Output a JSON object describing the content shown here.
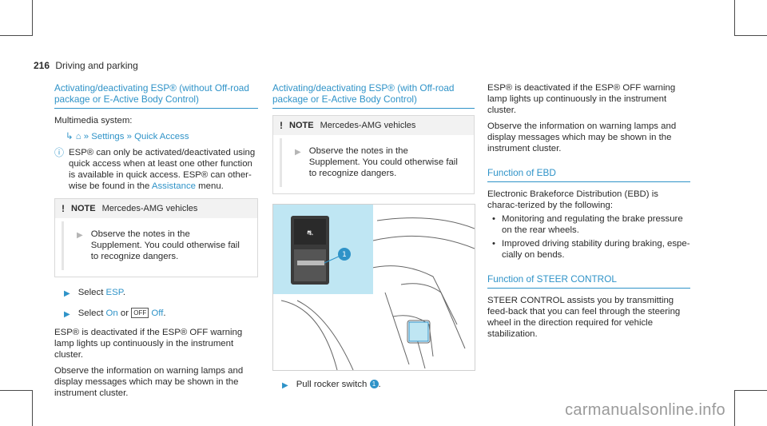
{
  "page": {
    "number": "216",
    "section": "Driving and parking"
  },
  "col1": {
    "title": "Activating/deactivating ESP® (without Off-road package or E-Active Body Control)",
    "multimedia": "Multimedia system:",
    "menu": {
      "settings": "Settings",
      "quick": "Quick Access"
    },
    "info": "ESP® can only be activated/deactivated using quick access when at least one other function is available in quick access. ESP® can other-wise be found in the",
    "assistance": "Assistance",
    "info_end": "menu.",
    "note_label": "NOTE",
    "note_title": "Mercedes-AMG vehicles",
    "note_text": "Observe the notes in the Supplement. You could otherwise fail to recognize dangers.",
    "step1_pre": "Select",
    "step1_link": "ESP",
    "step1_post": ".",
    "step2_pre": "Select",
    "step2_on": "On",
    "step2_or": "or",
    "step2_off": "Off",
    "step2_post": ".",
    "para1": "ESP® is deactivated if the ESP® OFF warning lamp lights up continuously in the instrument cluster.",
    "para2": "Observe the information on warning lamps and display messages which may be shown in the instrument cluster."
  },
  "col2": {
    "title": "Activating/deactivating ESP® (with Off-road package or E-Active Body Control)",
    "note_label": "NOTE",
    "note_title": "Mercedes-AMG vehicles",
    "note_text": "Observe the notes in the Supplement. You could otherwise fail to recognize dangers.",
    "callout": "1",
    "step_pre": "Pull rocker switch",
    "step_post": "."
  },
  "col3": {
    "para1": "ESP® is deactivated if the ESP® OFF warning lamp lights up continuously in the instrument cluster.",
    "para2": "Observe the information on warning lamps and display messages which may be shown in the instrument cluster.",
    "ebd_title": "Function of EBD",
    "ebd_text": "Electronic Brakeforce Distribution (EBD) is charac-terized by the following:",
    "bullets": [
      "Monitoring and regulating the brake pressure on the rear wheels.",
      "Improved driving stability during braking, espe-cially on bends."
    ],
    "steer_title": "Function of STEER CONTROL",
    "steer_text": "STEER CONTROL assists you by transmitting feed-back that you can feel through the steering wheel in the direction required for vehicle stabilization."
  },
  "esp_icon_text": "OFF",
  "watermark": "carmanualsonline.info",
  "accent": "#2f93c8"
}
